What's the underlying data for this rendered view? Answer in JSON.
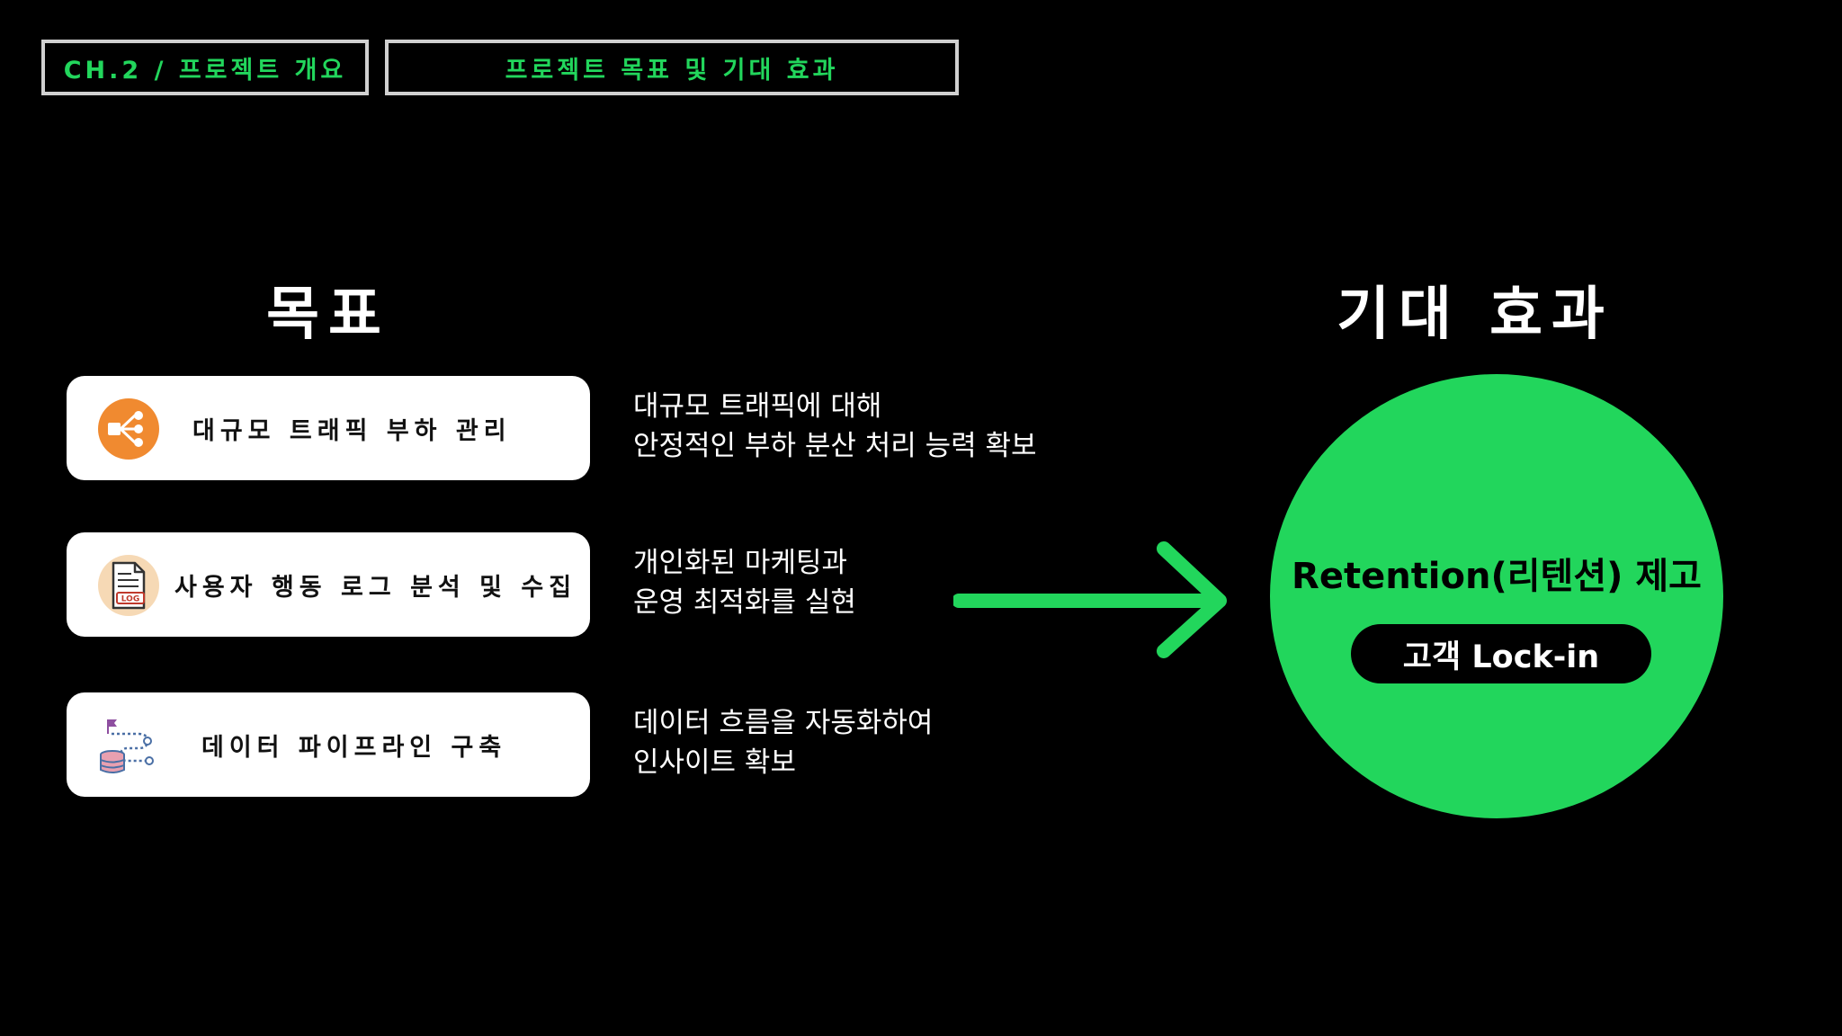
{
  "header": {
    "chapter": "CH.2 / 프로젝트 개요",
    "section": "프로젝트 목표 및 기대 효과"
  },
  "goals": {
    "heading": "목표",
    "items": [
      {
        "label": "대규모 트래픽 부하 관리",
        "icon": "load-balancer-icon",
        "description": [
          "대규모 트래픽에 대해",
          "안정적인 부하 분산 처리 능력 확보"
        ]
      },
      {
        "label": "사용자 행동 로그 분석 및 수집",
        "icon": "log-file-icon",
        "description": [
          "개인화된 마케팅과",
          "운영 최적화를 실현"
        ]
      },
      {
        "label": "데이터 파이프라인 구축",
        "icon": "data-pipeline-icon",
        "description": [
          "데이터 흐름을 자동화하여",
          "인사이트 확보"
        ]
      }
    ]
  },
  "effects": {
    "heading": "기대 효과",
    "title": "Retention(리텐션) 제고",
    "badge": "고객 Lock-in"
  },
  "icons": {
    "log_badge": "LOG"
  },
  "colors": {
    "accent": "#22d65c",
    "background": "#000000",
    "card": "#ffffff",
    "load_balancer_orange": "#f08a30",
    "log_badge_red": "#c0392b",
    "pipeline_purple": "#8e4fa0",
    "pipeline_blue": "#4a6fa5"
  }
}
